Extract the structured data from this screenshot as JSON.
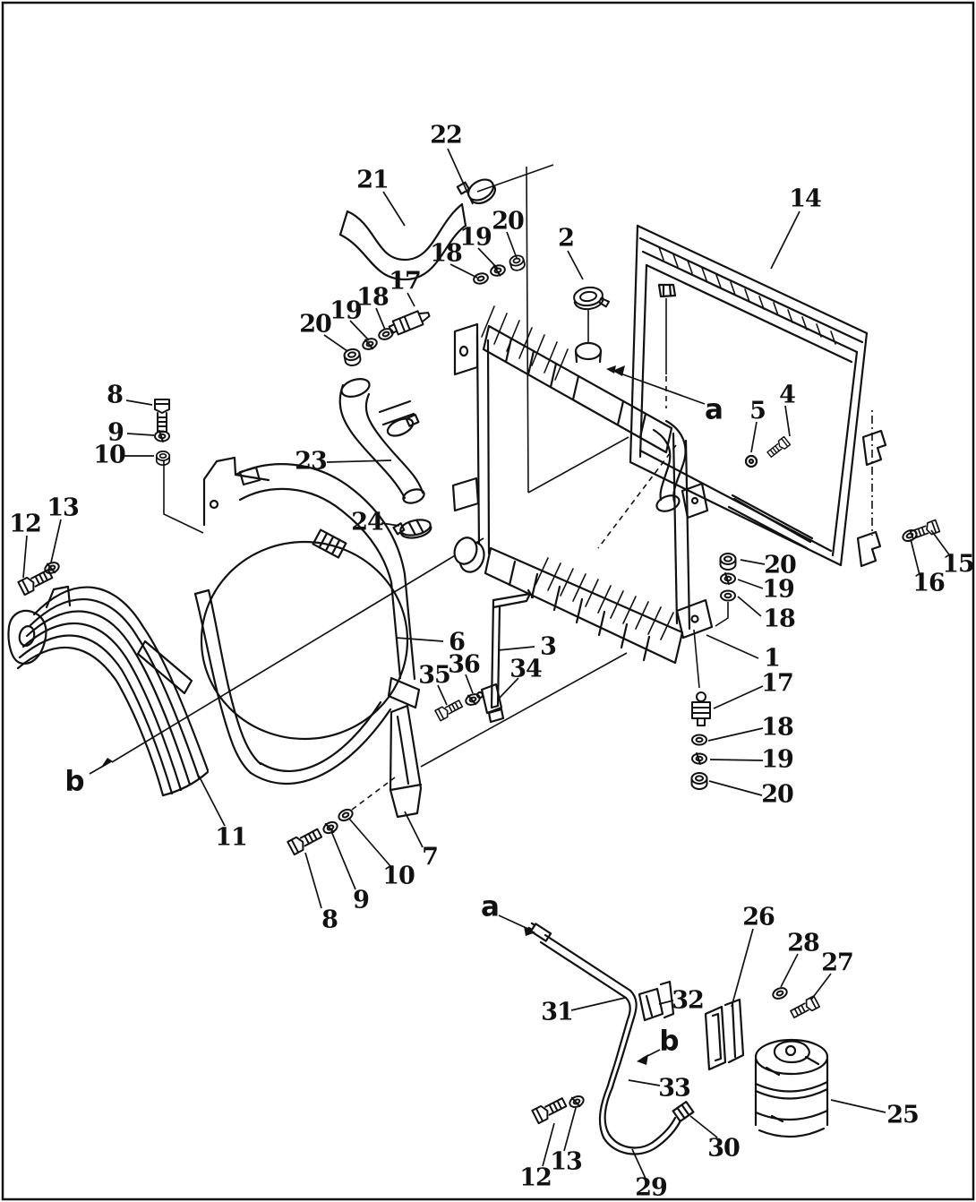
{
  "figure_type": "exploded-parts-diagram",
  "background": "#ffffff",
  "ink": "#111111",
  "part_numbers_visible": [
    "1",
    "2",
    "3",
    "4",
    "5",
    "6",
    "7",
    "8",
    "9",
    "10",
    "11",
    "12",
    "13",
    "14",
    "15",
    "16",
    "17",
    "18",
    "19",
    "20",
    "21",
    "22",
    "23",
    "24",
    "25",
    "26",
    "27",
    "28",
    "29",
    "30",
    "31",
    "32",
    "33",
    "34",
    "35",
    "36"
  ],
  "reference_letters": [
    "a",
    "b"
  ],
  "callouts": [
    {
      "label": "22"
    },
    {
      "label": "21"
    },
    {
      "label": "20"
    },
    {
      "label": "19"
    },
    {
      "label": "18"
    },
    {
      "label": "2"
    },
    {
      "label": "14"
    },
    {
      "label": "17"
    },
    {
      "label": "18"
    },
    {
      "label": "19"
    },
    {
      "label": "20"
    },
    {
      "label": "8"
    },
    {
      "label": "9"
    },
    {
      "label": "10"
    },
    {
      "label": "23"
    },
    {
      "label": "24"
    },
    {
      "label": "a"
    },
    {
      "label": "5"
    },
    {
      "label": "4"
    },
    {
      "label": "13"
    },
    {
      "label": "12"
    },
    {
      "label": "20"
    },
    {
      "label": "19"
    },
    {
      "label": "18"
    },
    {
      "label": "15"
    },
    {
      "label": "16"
    },
    {
      "label": "6"
    },
    {
      "label": "3"
    },
    {
      "label": "36"
    },
    {
      "label": "35"
    },
    {
      "label": "34"
    },
    {
      "label": "1"
    },
    {
      "label": "17"
    },
    {
      "label": "18"
    },
    {
      "label": "19"
    },
    {
      "label": "20"
    },
    {
      "label": "b"
    },
    {
      "label": "11"
    },
    {
      "label": "7"
    },
    {
      "label": "10"
    },
    {
      "label": "9"
    },
    {
      "label": "8"
    },
    {
      "label": "a"
    },
    {
      "label": "26"
    },
    {
      "label": "28"
    },
    {
      "label": "27"
    },
    {
      "label": "31"
    },
    {
      "label": "32"
    },
    {
      "label": "b"
    },
    {
      "label": "33"
    },
    {
      "label": "25"
    },
    {
      "label": "30"
    },
    {
      "label": "29"
    },
    {
      "label": "13"
    },
    {
      "label": "12"
    }
  ]
}
